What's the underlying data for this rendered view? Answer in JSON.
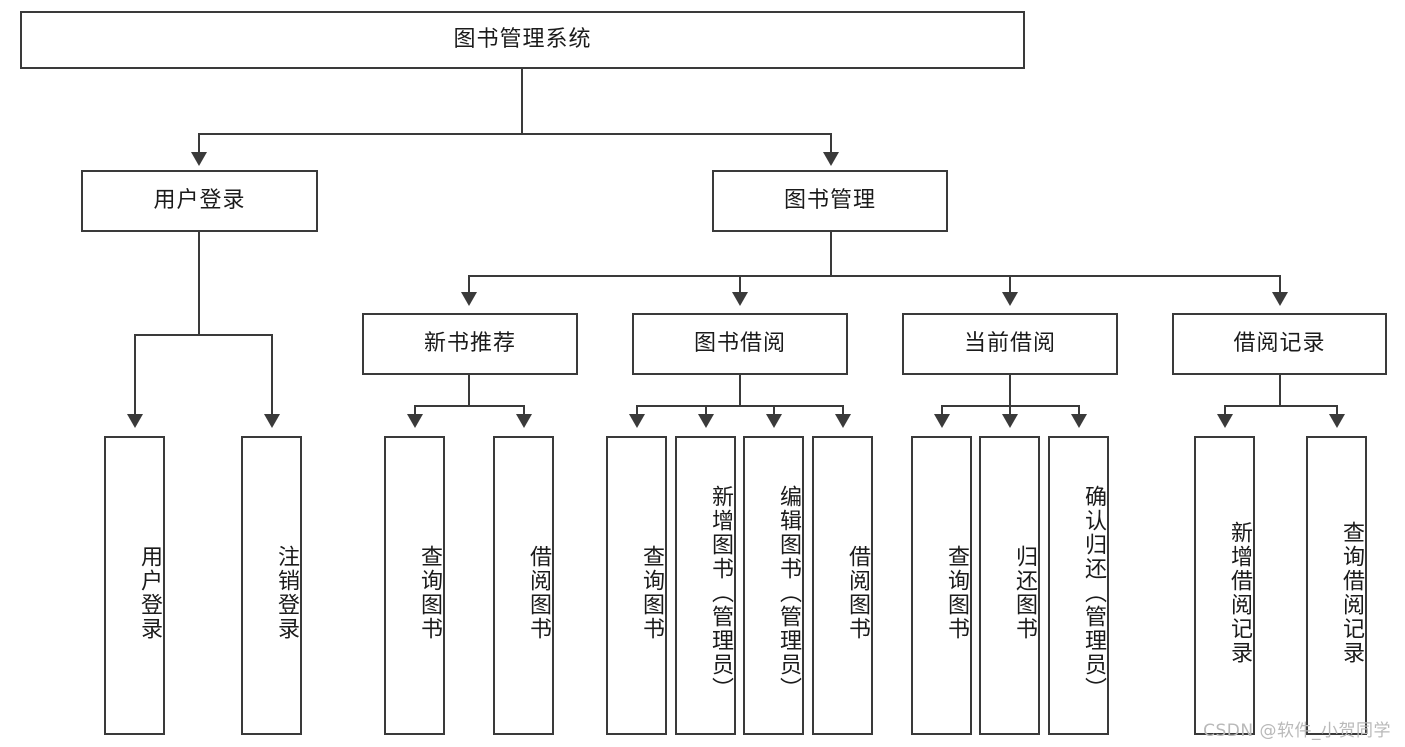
{
  "diagram": {
    "title": "图书管理系统",
    "type": "tree-hierarchy-chart",
    "root": {
      "id": "root",
      "label": "图书管理系统"
    },
    "level1": [
      {
        "id": "user-login",
        "label": "用户登录"
      },
      {
        "id": "book-manage",
        "label": "图书管理"
      }
    ],
    "level2": [
      {
        "id": "new-book-recommend",
        "label": "新书推荐",
        "parent": "book-manage"
      },
      {
        "id": "book-borrow",
        "label": "图书借阅",
        "parent": "book-manage"
      },
      {
        "id": "current-borrow",
        "label": "当前借阅",
        "parent": "book-manage"
      },
      {
        "id": "borrow-record",
        "label": "借阅记录",
        "parent": "book-manage"
      }
    ],
    "leaves": [
      {
        "id": "leaf-user-login",
        "label": "用户登录",
        "parent": "user-login"
      },
      {
        "id": "leaf-logout",
        "label": "注销登录",
        "parent": "user-login"
      },
      {
        "id": "leaf-query-book-1",
        "label": "查询图书",
        "parent": "new-book-recommend"
      },
      {
        "id": "leaf-borrow-book-1",
        "label": "借阅图书",
        "parent": "new-book-recommend"
      },
      {
        "id": "leaf-query-book-2",
        "label": "查询图书",
        "parent": "book-borrow"
      },
      {
        "id": "leaf-add-book",
        "label": "新增图书（管理员）",
        "parent": "book-borrow"
      },
      {
        "id": "leaf-edit-book",
        "label": "编辑图书（管理员）",
        "parent": "book-borrow"
      },
      {
        "id": "leaf-borrow-book-2",
        "label": "借阅图书",
        "parent": "book-borrow"
      },
      {
        "id": "leaf-query-book-3",
        "label": "查询图书",
        "parent": "current-borrow"
      },
      {
        "id": "leaf-return-book",
        "label": "归还图书",
        "parent": "current-borrow"
      },
      {
        "id": "leaf-confirm-return",
        "label": "确认归还（管理员）",
        "parent": "current-borrow"
      },
      {
        "id": "leaf-add-record",
        "label": "新增借阅记录",
        "parent": "borrow-record"
      },
      {
        "id": "leaf-query-record",
        "label": "查询借阅记录",
        "parent": "borrow-record"
      }
    ]
  },
  "watermark": {
    "text": "CSDN @软件_小贺同学"
  },
  "colors": {
    "stroke": "#3a3a3a",
    "text": "#1b1b1b",
    "background": "#ffffff",
    "watermark": "#b9b9b9"
  }
}
